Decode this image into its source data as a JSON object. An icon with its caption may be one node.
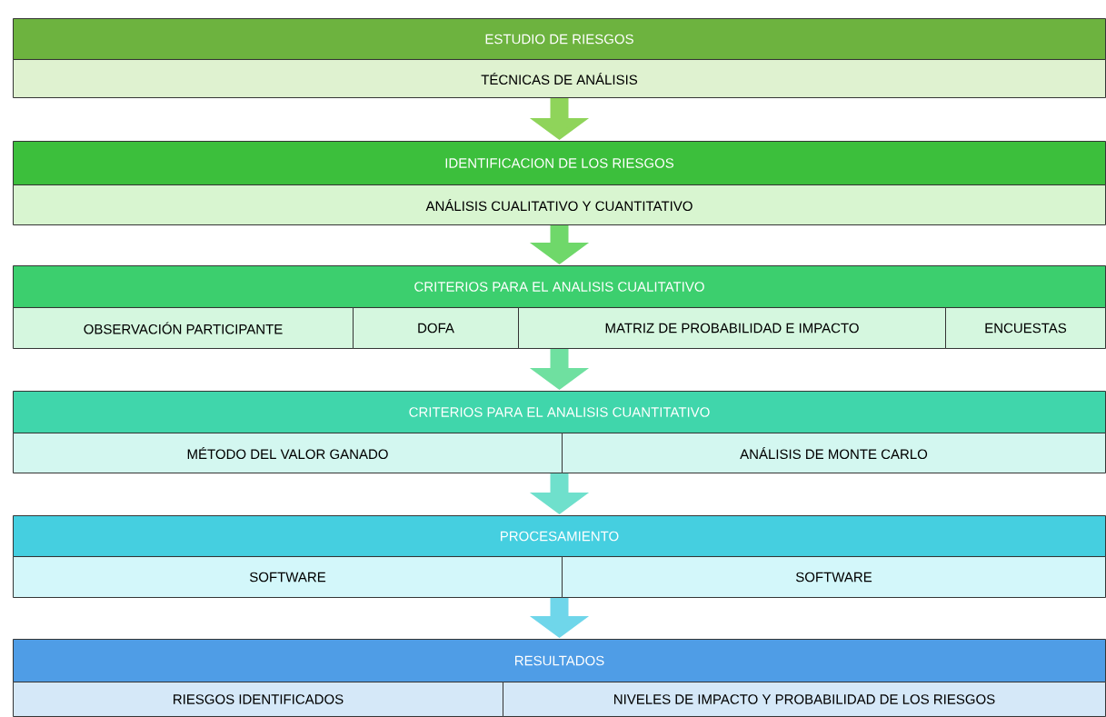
{
  "diagram": {
    "nodes": [
      {
        "text": [
          "ESTUDIO DE RIESGOS"
        ]
      },
      {
        "text": [
          "TÉCNICAS DE ANÁLISIS"
        ]
      },
      {
        "text": [
          "IDENTIFICACION DE LOS RIESGOS"
        ]
      },
      {
        "text": [
          "ANÁLISIS CUALITATIVO Y CUANTITATIVO"
        ]
      },
      {
        "text": [
          "CRITERIOS PARA EL ANALISIS CUALITATIVO"
        ]
      },
      {
        "text": [
          "OBSERVACIÓN PARTICIPANTE"
        ]
      },
      {
        "text": [
          "DOFA"
        ]
      },
      {
        "text": [
          "MATRIZ DE PROBABILIDAD E IMPACTO"
        ]
      },
      {
        "text": [
          "ENCUESTAS"
        ]
      },
      {
        "text": [
          "CRITERIOS PARA EL ANALISIS CUANTITATIVO"
        ]
      },
      {
        "text": [
          "MÉTODO DEL VALOR GANADO"
        ]
      },
      {
        "text": [
          "ANÁLISIS DE MONTE CARLO"
        ]
      },
      {
        "text": [
          "PROCESAMIENTO"
        ]
      },
      {
        "text": [
          "SOFTWARE"
        ]
      },
      {
        "text": [
          "SOFTWARE"
        ]
      },
      {
        "text": [
          "RESULTADOS"
        ]
      },
      {
        "text": [
          "RIESGOS IDENTIFICADOS"
        ]
      },
      {
        "text": [
          "NIVELES DE IMPACTO Y PROBABILIDAD DE LOS RIESGOS"
        ]
      }
    ],
    "edges": [
      {
        "from": 1,
        "to": 2,
        "arrow": "to",
        "color": "#8fd45a"
      },
      {
        "from": 3,
        "to": 4,
        "arrow": "to",
        "color": "#6fd86a"
      },
      {
        "from": 7,
        "to": 9,
        "arrow": "to",
        "color": "#6fe0a0"
      },
      {
        "from": 10,
        "to": 12,
        "arrow": "to",
        "color": "#6fe0cc"
      },
      {
        "from": 13,
        "to": 15,
        "arrow": "to",
        "color": "#6fd6ea"
      }
    ]
  }
}
